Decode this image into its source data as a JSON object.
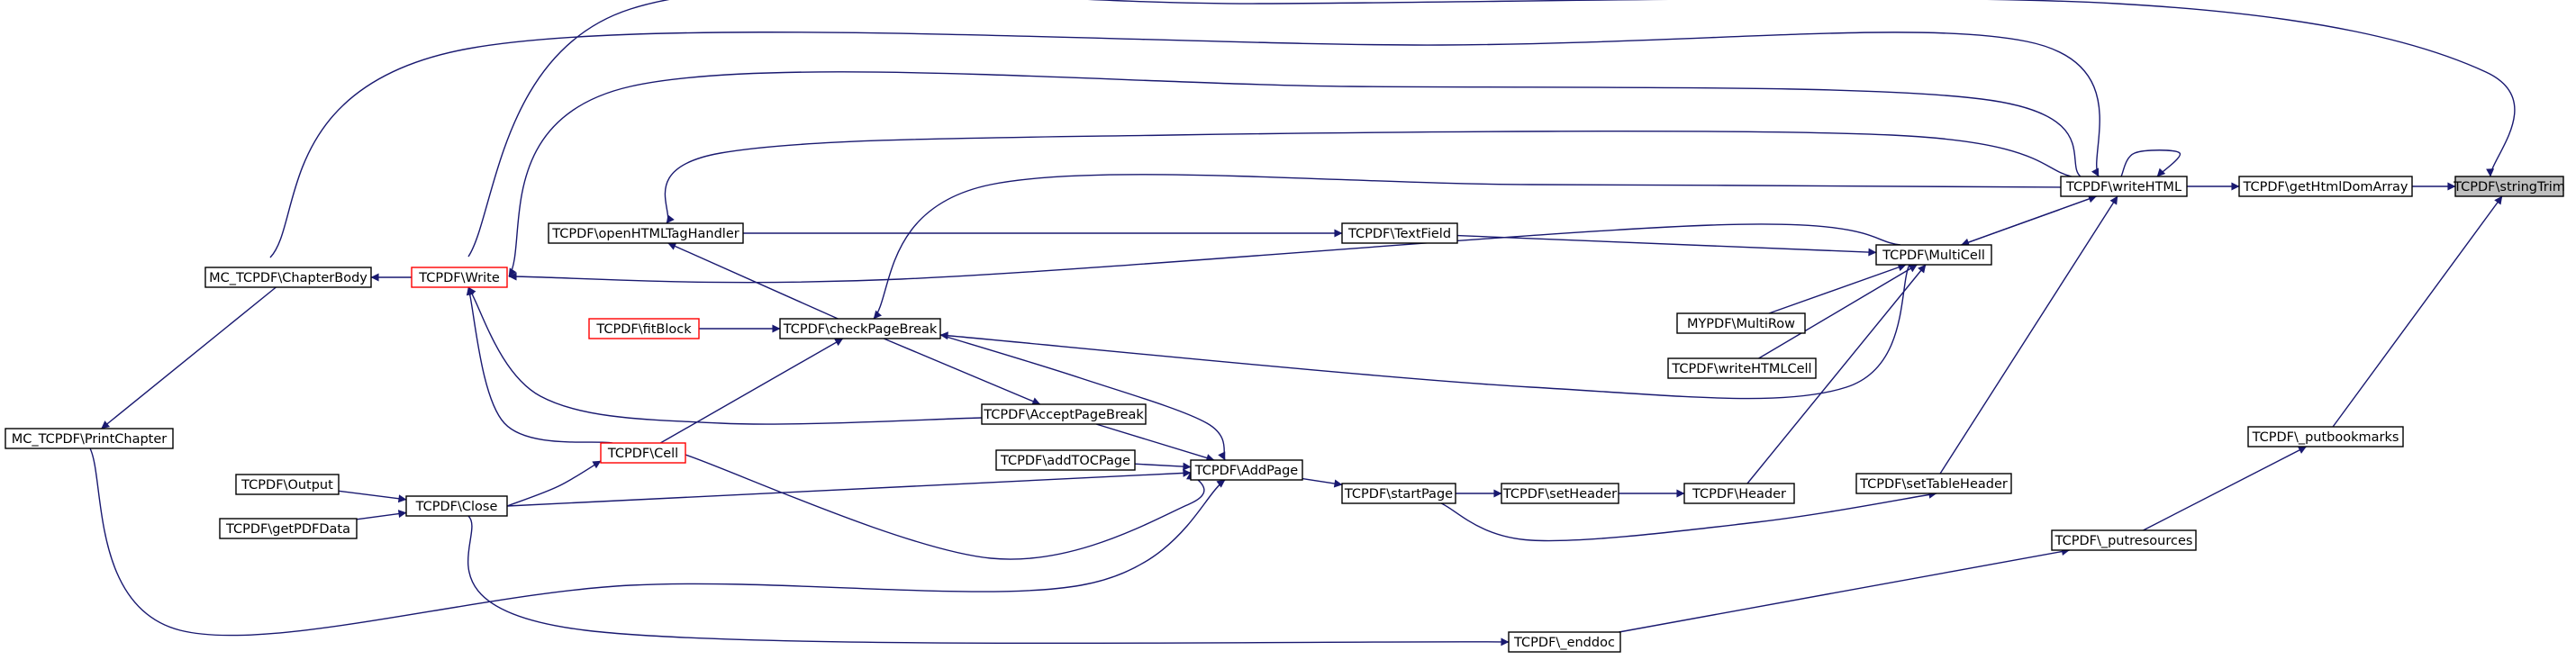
{
  "graph": {
    "nodes": [
      {
        "id": "stringTrim",
        "label": "TCPDF\\stringTrim",
        "style": "target"
      },
      {
        "id": "getHtmlDomArray",
        "label": "TCPDF\\getHtmlDomArray",
        "style": "normal"
      },
      {
        "id": "writeHTML",
        "label": "TCPDF\\writeHTML",
        "style": "normal"
      },
      {
        "id": "putbookmarks",
        "label": "TCPDF\\_putbookmarks",
        "style": "normal"
      },
      {
        "id": "putresources",
        "label": "TCPDF\\_putresources",
        "style": "normal"
      },
      {
        "id": "enddoc",
        "label": "TCPDF\\_enddoc",
        "style": "normal"
      },
      {
        "id": "MultiCell",
        "label": "TCPDF\\MultiCell",
        "style": "normal"
      },
      {
        "id": "setTableHeader",
        "label": "TCPDF\\setTableHeader",
        "style": "normal"
      },
      {
        "id": "MultiRow",
        "label": "MYPDF\\MultiRow",
        "style": "normal"
      },
      {
        "id": "writeHTMLCell",
        "label": "TCPDF\\writeHTMLCell",
        "style": "normal"
      },
      {
        "id": "Header",
        "label": "TCPDF\\Header",
        "style": "normal"
      },
      {
        "id": "setHeader",
        "label": "TCPDF\\setHeader",
        "style": "normal"
      },
      {
        "id": "startPage",
        "label": "TCPDF\\startPage",
        "style": "normal"
      },
      {
        "id": "TextField",
        "label": "TCPDF\\TextField",
        "style": "normal"
      },
      {
        "id": "AddPage",
        "label": "TCPDF\\AddPage",
        "style": "normal"
      },
      {
        "id": "AcceptPageBreak",
        "label": "TCPDF\\AcceptPageBreak",
        "style": "normal"
      },
      {
        "id": "addTOCPage",
        "label": "TCPDF\\addTOCPage",
        "style": "normal"
      },
      {
        "id": "openHTMLTagHandler",
        "label": "TCPDF\\openHTMLTagHandler",
        "style": "normal"
      },
      {
        "id": "checkPageBreak",
        "label": "TCPDF\\checkPageBreak",
        "style": "normal"
      },
      {
        "id": "fitBlock",
        "label": "TCPDF\\fitBlock",
        "style": "red"
      },
      {
        "id": "Cell",
        "label": "TCPDF\\Cell",
        "style": "red"
      },
      {
        "id": "Write",
        "label": "TCPDF\\Write",
        "style": "red"
      },
      {
        "id": "Close",
        "label": "TCPDF\\Close",
        "style": "normal"
      },
      {
        "id": "Output",
        "label": "TCPDF\\Output",
        "style": "normal"
      },
      {
        "id": "getPDFData",
        "label": "TCPDF\\getPDFData",
        "style": "normal"
      },
      {
        "id": "ChapterBody",
        "label": "MC_TCPDF\\ChapterBody",
        "style": "normal"
      },
      {
        "id": "PrintChapter",
        "label": "MC_TCPDF\\PrintChapter",
        "style": "normal"
      }
    ],
    "edges": [
      {
        "from": "getHtmlDomArray",
        "to": "stringTrim"
      },
      {
        "from": "writeHTML",
        "to": "getHtmlDomArray"
      },
      {
        "from": "writeHTML",
        "to": "writeHTML"
      },
      {
        "from": "Write",
        "to": "stringTrim"
      },
      {
        "from": "putbookmarks",
        "to": "stringTrim"
      },
      {
        "from": "putresources",
        "to": "putbookmarks"
      },
      {
        "from": "enddoc",
        "to": "putresources"
      },
      {
        "from": "Close",
        "to": "enddoc"
      },
      {
        "from": "MultiCell",
        "to": "writeHTML"
      },
      {
        "from": "writeHTML",
        "to": "MultiCell"
      },
      {
        "from": "setTableHeader",
        "to": "writeHTML"
      },
      {
        "from": "writeHTML",
        "to": "openHTMLTagHandler"
      },
      {
        "from": "writeHTML",
        "to": "checkPageBreak"
      },
      {
        "from": "writeHTML",
        "to": "Write"
      },
      {
        "from": "ChapterBody",
        "to": "writeHTML"
      },
      {
        "from": "MultiRow",
        "to": "MultiCell"
      },
      {
        "from": "writeHTMLCell",
        "to": "MultiCell"
      },
      {
        "from": "Header",
        "to": "MultiCell"
      },
      {
        "from": "TextField",
        "to": "MultiCell"
      },
      {
        "from": "MultiCell",
        "to": "Write"
      },
      {
        "from": "MultiCell",
        "to": "checkPageBreak"
      },
      {
        "from": "setHeader",
        "to": "Header"
      },
      {
        "from": "startPage",
        "to": "setHeader"
      },
      {
        "from": "startPage",
        "to": "setTableHeader"
      },
      {
        "from": "AddPage",
        "to": "startPage"
      },
      {
        "from": "openHTMLTagHandler",
        "to": "TextField"
      },
      {
        "from": "AcceptPageBreak",
        "to": "AddPage"
      },
      {
        "from": "addTOCPage",
        "to": "AddPage"
      },
      {
        "from": "checkPageBreak",
        "to": "AddPage"
      },
      {
        "from": "Cell",
        "to": "AddPage"
      },
      {
        "from": "Close",
        "to": "AddPage"
      },
      {
        "from": "PrintChapter",
        "to": "AddPage"
      },
      {
        "from": "checkPageBreak",
        "to": "openHTMLTagHandler"
      },
      {
        "from": "checkPageBreak",
        "to": "AcceptPageBreak"
      },
      {
        "from": "AcceptPageBreak",
        "to": "Write"
      },
      {
        "from": "fitBlock",
        "to": "checkPageBreak"
      },
      {
        "from": "Cell",
        "to": "checkPageBreak"
      },
      {
        "from": "Cell",
        "to": "Write"
      },
      {
        "from": "Close",
        "to": "Cell"
      },
      {
        "from": "Output",
        "to": "Close"
      },
      {
        "from": "getPDFData",
        "to": "Close"
      },
      {
        "from": "Write",
        "to": "ChapterBody"
      },
      {
        "from": "ChapterBody",
        "to": "PrintChapter"
      }
    ]
  }
}
